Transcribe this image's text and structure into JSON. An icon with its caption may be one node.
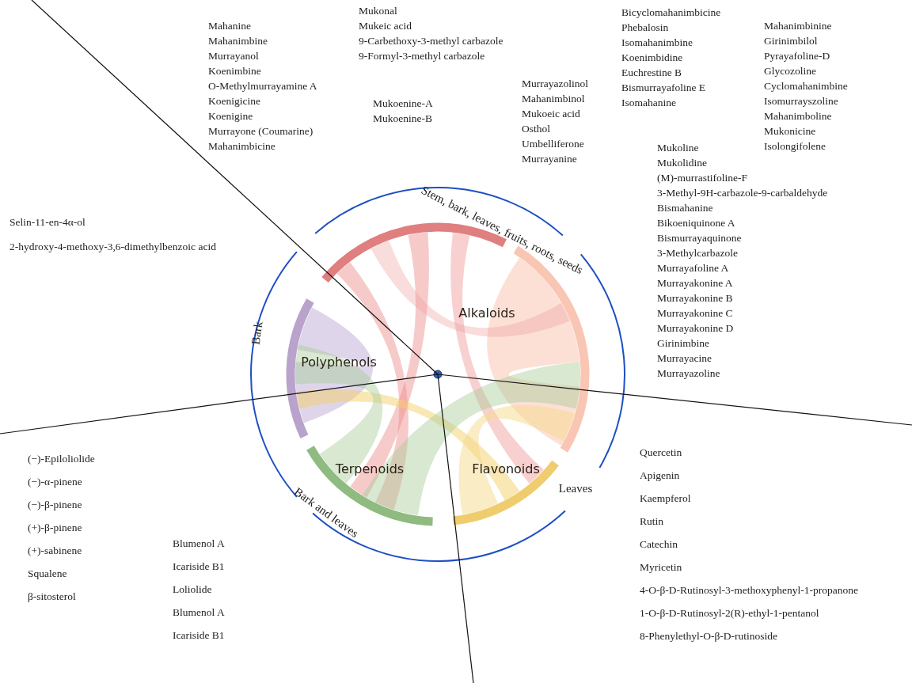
{
  "diagram": {
    "labels": [
      "Mahanine",
      "Mahanimbine",
      "Murrayanol",
      "Koenimbine",
      "O-Methylmurrayamine A",
      "Koenigicine",
      "Koenigine",
      "Murrayone (Coumarine)",
      "Mahanimbicine",
      "Mukonal",
      "Mukeic acid",
      "9-Carbethoxy-3-methyl carbazole",
      "9-Formyl-3-methyl carbazole",
      "Mukoenine-A",
      "Mukoenine-B",
      "Murrayazolinol",
      "Mahanimbinol",
      "Mukoeic acid",
      "Osthol",
      "Umbelliferone",
      "Murrayanine",
      "Bicyclomahanimbicine",
      "Phebalosin",
      "Isomahanimbine",
      "Koenimbidine",
      "Euchrestine B",
      "Bismurrayafoline E",
      "Isomahanine",
      "Mahanimbinine",
      "Girinimbilol",
      "Pyrayafoline-D",
      "Glycozoline",
      "Cyclomahanimbine",
      "Isomurrayszoline",
      "Mahanimboline",
      "Mukonicine",
      "Isolongifolene",
      "Mukoline",
      "Mukolidine",
      "(M)-murrastifoline-F",
      "3-Methyl-9H-carbazole-9-carbaldehyde",
      "Bismahanine",
      "Bikoeniquinone A",
      "Bismurrayaquinone",
      "3-Methylcarbazole",
      "Murrayafoline A",
      "Murrayakonine A",
      "Murrayakonine B",
      "Murrayakonine C",
      "Murrayakonine D",
      "Girinimbine",
      "Murrayacine",
      "Murrayazoline",
      "Selin-11-en-4α-ol",
      "2-hydroxy-4-methoxy-3,6-dimethylbenzoic acid",
      "(−)-Epiloliolide",
      "(−)-α-pinene",
      "(−)-β-pinene",
      "(+)-β-pinene",
      "(+)-sabinene",
      "Squalene",
      "β-sitosterol",
      "Blumenol A",
      "Icariside B1",
      "Loliolide",
      "Blumenol A",
      "Icariside B1",
      "Quercetin",
      "Apigenin",
      "Kaempferol",
      "Rutin",
      "Catechin",
      "Myricetin",
      "4-O-β-D-Rutinosyl-3-methoxyphenyl-1-propanone",
      "1-O-β-D-Rutinosyl-2(R)-ethyl-1-pentanol",
      "8-Phenylethyl-O-β-D-rutinoside",
      "Stem, bark, leaves, fruits, roots, seeds",
      "Bark",
      "Alkaloids",
      "Polyphenols",
      "Terpenoids",
      "Flavonoids",
      "Bark and leaves",
      "Leaves"
    ]
  }
}
